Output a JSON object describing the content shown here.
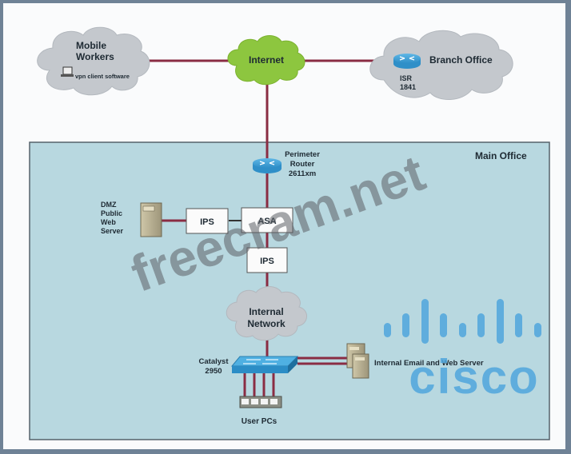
{
  "diagram": {
    "clouds": {
      "mobile_workers": {
        "title_line1": "Mobile",
        "title_line2": "Workers",
        "sub": "vpn client software"
      },
      "internet": {
        "label": "Internet"
      },
      "branch_office": {
        "label": "Branch Office",
        "router_line1": "ISR",
        "router_line2": "1841"
      },
      "internal_network": {
        "line1": "Internal",
        "line2": "Network"
      }
    },
    "main_office": {
      "label": "Main Office"
    },
    "perimeter_router": {
      "line1": "Perimeter",
      "line2": "Router",
      "line3": "2611xm"
    },
    "dmz_server": {
      "line1": "DMZ",
      "line2": "Public",
      "line3": "Web",
      "line4": "Server"
    },
    "ips_dmz": {
      "label": "IPS"
    },
    "asa": {
      "label": "ASA"
    },
    "ips_internal": {
      "label": "IPS"
    },
    "switch": {
      "line1": "Catalyst",
      "line2": "2950"
    },
    "internal_server": {
      "label": "Internal Email and Web Server"
    },
    "user_pcs": {
      "label": "User PCs"
    },
    "colors": {
      "link": "#8a2c43",
      "internet_cloud": "#8dc63f",
      "gray_cloud": "#c4c8cd",
      "main_office_bg": "#b8d8e0",
      "device_blue": "#2b8dc6"
    }
  },
  "watermarks": {
    "site": "freecram.net",
    "brand": "cisco"
  }
}
